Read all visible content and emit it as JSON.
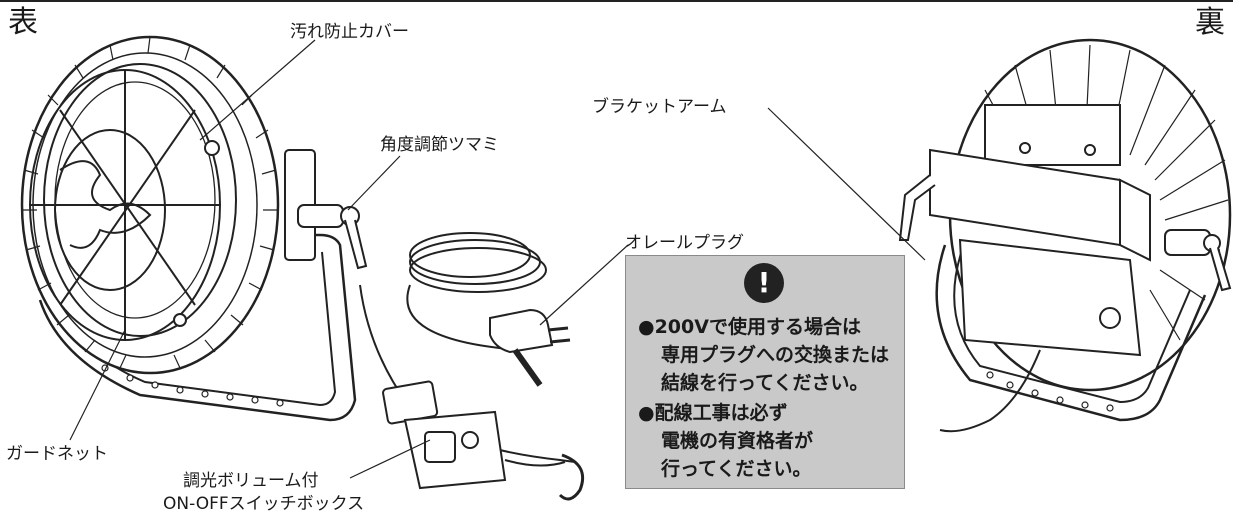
{
  "labels": {
    "front": "表",
    "back": "裏",
    "cover": "汚れ防止カバー",
    "knob": "角度調節ツマミ",
    "bracket": "ブラケットアーム",
    "plug": "オレールプラグ",
    "guard": "ガードネット",
    "switch_line1": "調光ボリューム付",
    "switch_line2": "ON-OFFスイッチボックス"
  },
  "notice": {
    "icon": "exclamation-icon",
    "mark": "!",
    "lines": [
      "●200Vで使用する場合は",
      "専用プラグへの交換または",
      "結線を行ってください。",
      "●配線工事は必ず",
      "電機の有資格者が",
      "行ってください。"
    ]
  }
}
